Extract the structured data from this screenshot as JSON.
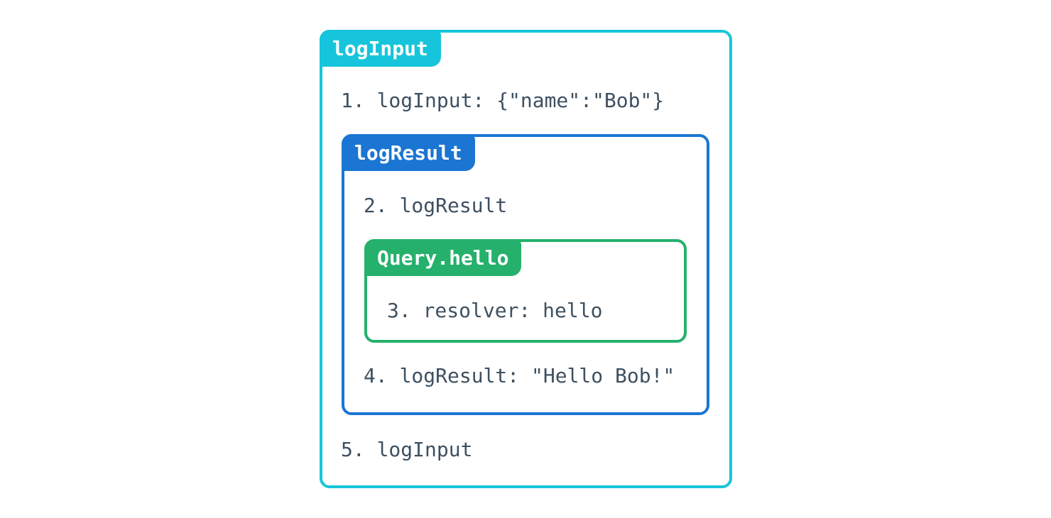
{
  "colors": {
    "cyan": "#16C5DB",
    "blue": "#1A76D2",
    "green": "#25B16C",
    "text": "#3E5060",
    "badge-text": "#FFFFFF",
    "background": "#FFFFFF"
  },
  "trace": {
    "outer": {
      "label": "logInput",
      "step_enter": "1. logInput: {\"name\":\"Bob\"}",
      "step_exit": "5. logInput"
    },
    "middle": {
      "label": "logResult",
      "step_enter": "2. logResult",
      "step_exit": "4. logResult: \"Hello Bob!\""
    },
    "inner": {
      "label": "Query.hello",
      "step": "3. resolver: hello"
    }
  }
}
